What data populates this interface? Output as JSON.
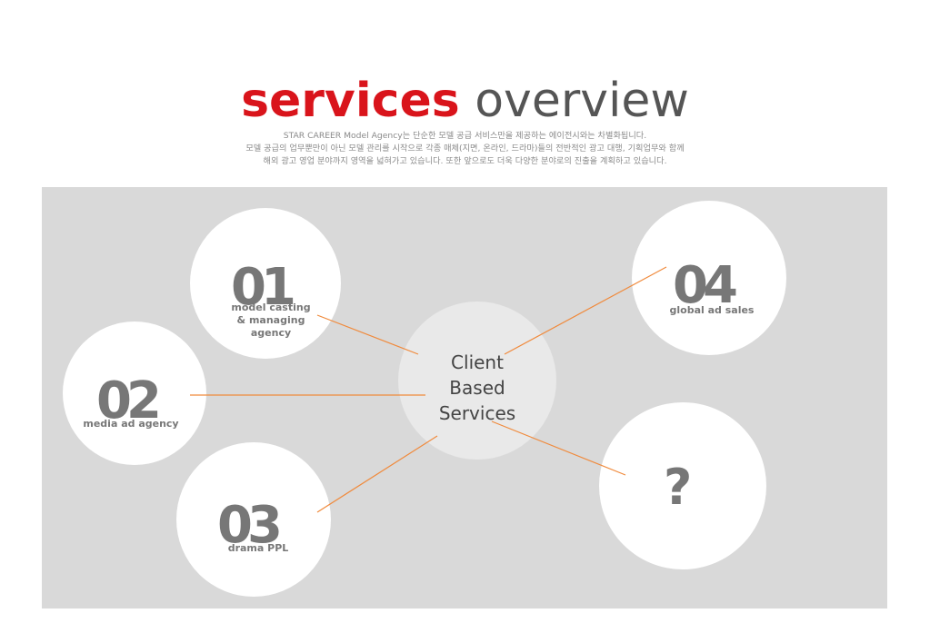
{
  "header": {
    "title_accent": "services",
    "title_rest": "overview",
    "subtitle_lines": [
      "STAR CAREER Model Agency는 단순한 모델 공급 서비스만을 제공하는 에이전시와는 차별화됩니다.",
      "모델 공급의 업무뿐만이 아닌 모델 관리를 시작으로 각종 매체(지면, 온라인, 드라마)들의 전반적인 광고 대행, 기획업무와 함께",
      "해외 광고 영업 분야까지 영역을 넓혀가고 있습니다. 또한 앞으로도 더욱 다양한 분야로의 진출을 계획하고 있습니다."
    ]
  },
  "diagram": {
    "hub_label": "Client\nBased\nServices",
    "nodes": [
      {
        "number": "01",
        "label": "model casting\n& managing\nagency"
      },
      {
        "number": "02",
        "label": "media ad agency"
      },
      {
        "number": "03",
        "label": "drama PPL"
      },
      {
        "number": "04",
        "label": "global ad sales"
      },
      {
        "number": "?",
        "label": ""
      }
    ]
  },
  "colors": {
    "accent": "#d9141b",
    "title_gray": "#555555",
    "panel": "#d9d9d9",
    "connector": "#f08a3c",
    "number_gray": "#777777"
  }
}
